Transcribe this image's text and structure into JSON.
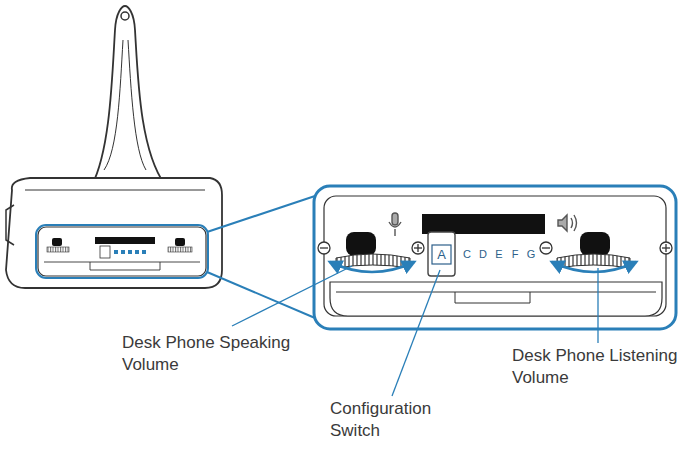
{
  "diagram": {
    "labels": [
      "Desk Phone Speaking Volume",
      "Configuration Switch",
      "Desk Phone Listening Volume",
      "A",
      "C",
      "D",
      "E",
      "F",
      "G"
    ]
  }
}
